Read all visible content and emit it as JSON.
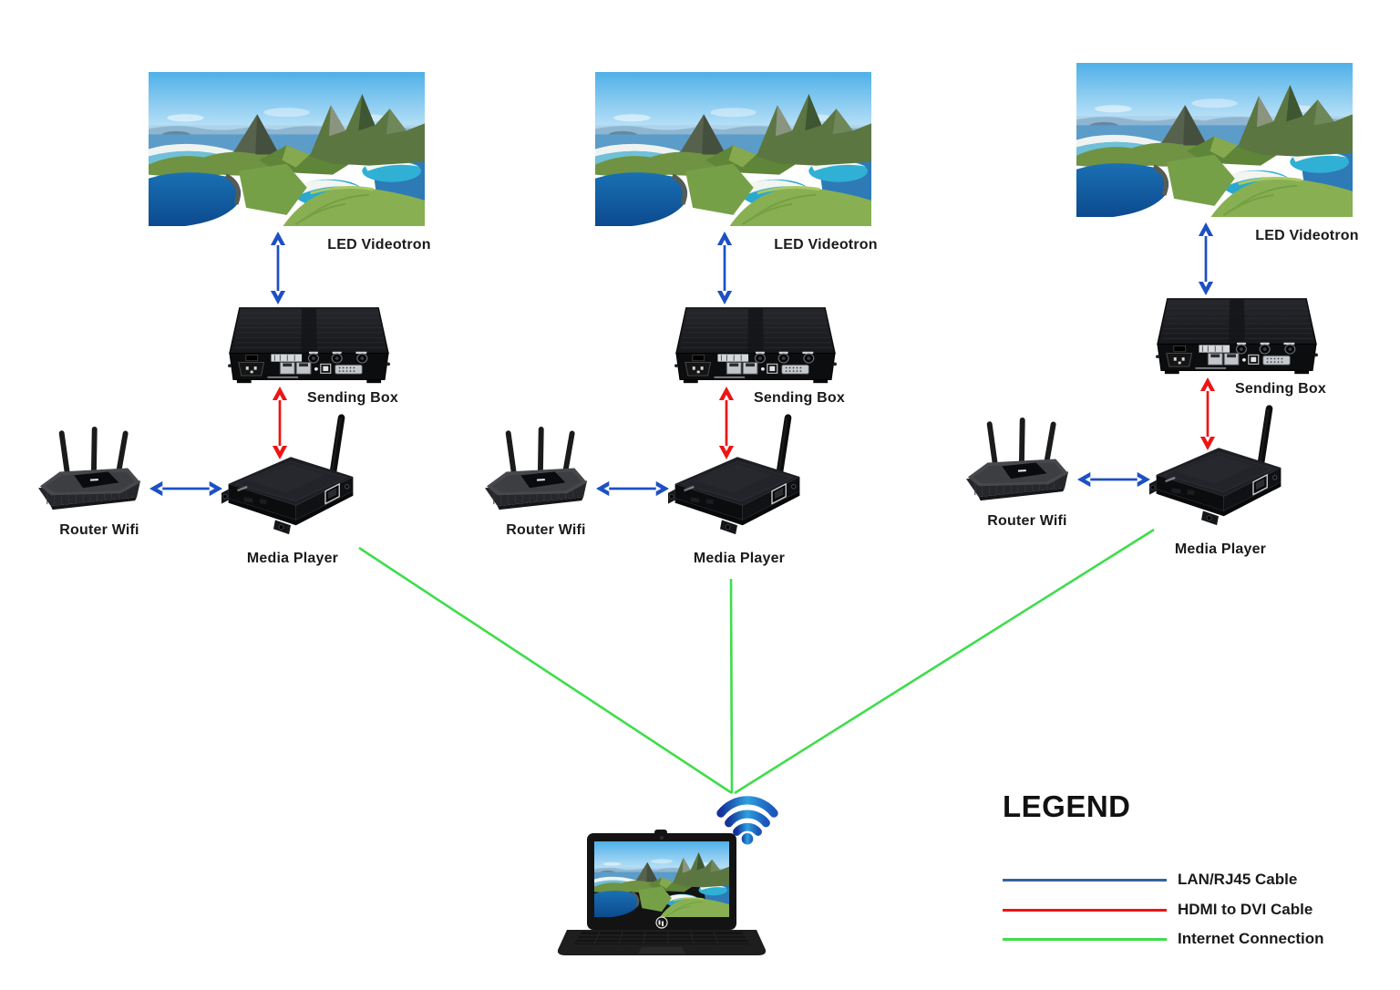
{
  "chains": [
    {
      "led_label": "LED Videotron",
      "sending_label": "Sending Box",
      "media_label": "Media Player",
      "router_label": "Router Wifi"
    },
    {
      "led_label": "LED Videotron",
      "sending_label": "Sending Box",
      "media_label": "Media Player",
      "router_label": "Router Wifi"
    },
    {
      "led_label": "LED Videotron",
      "sending_label": "Sending Box",
      "media_label": "Media Player",
      "router_label": "Router Wifi"
    }
  ],
  "legend": {
    "title": "LEGEND",
    "items": [
      {
        "label": "LAN/RJ45 Cable",
        "color": "#33639c"
      },
      {
        "label": "HDMI to DVI Cable",
        "color": "#ee1414"
      },
      {
        "label": "Internet Connection",
        "color": "#3fdd4b"
      }
    ]
  },
  "colors": {
    "lan": "#1d50c4",
    "hdmi": "#ee1414",
    "internet": "#3fdd4b",
    "wifi_dark": "#14339b",
    "wifi_light": "#2f9fe0"
  },
  "icons": {
    "wifi_icon": "blue wifi arcs with dot",
    "double_arrow_blue": "LAN/RJ45 cable link",
    "double_arrow_red": "HDMI to DVI cable link",
    "green_line": "internet connection link",
    "led_videotron_icon": "island landscape screen",
    "sending_box_icon": "black controller box with ports",
    "media_player_icon": "black media player with antenna",
    "router_icon": "wifi router with three antennas",
    "laptop_icon": "black laptop with island wallpaper"
  }
}
